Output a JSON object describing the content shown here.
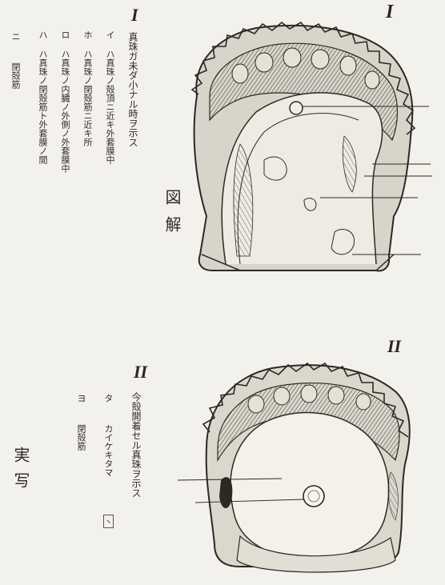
{
  "figure_numbers": {
    "fig1_text": "I",
    "fig1_drawing": "I",
    "fig2_text": "II",
    "fig2_drawing": "II"
  },
  "fig1_caption": {
    "header": "真珠ガ未ダ小ナル時ヲ示ス",
    "items": [
      {
        "label": "イ",
        "text": "ハ真珠ノ殻頂ニ近キ外套膜中"
      },
      {
        "label": "ホ",
        "text": "ハ真珠ノ閉殻筋ニ近キ所"
      },
      {
        "label": "ロ",
        "text": "ハ真珠ノ内臓ノ外側ノ外套膜中"
      },
      {
        "label": "ハ",
        "text": "ハ真珠ノ閉殻筋ト外套膜ノ間"
      },
      {
        "label": "ニ",
        "text": "閉殻筋"
      }
    ]
  },
  "fig1_label": "図解",
  "fig2_caption": {
    "header": "今殻開着セル真珠ヲ示ス",
    "items": [
      {
        "label": "タ",
        "text": "カイケキタマ",
        "boxed": "ヽ"
      },
      {
        "label": "ヨ",
        "text": "閉殻筋"
      }
    ]
  },
  "fig2_label": "実写"
}
